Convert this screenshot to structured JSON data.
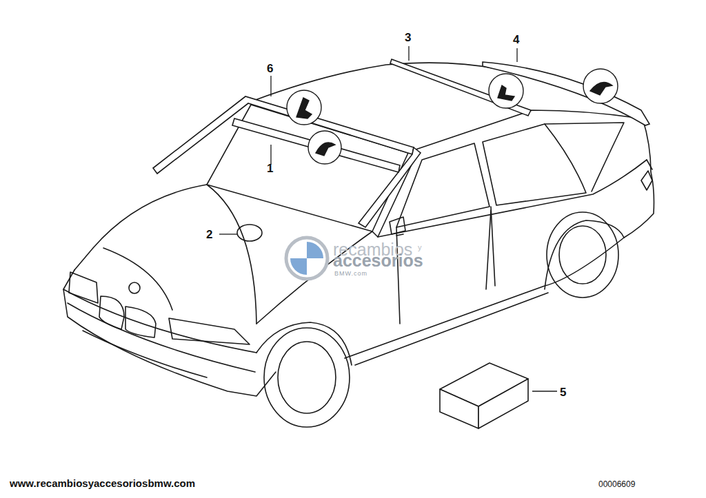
{
  "diagram": {
    "labels": [
      "6",
      "3",
      "4",
      "1",
      "2",
      "5",
      "recambios",
      "y",
      "accesorios",
      "BMW.com",
      "www.recambiosyaccesoriosbmw.com",
      "00006609"
    ]
  }
}
